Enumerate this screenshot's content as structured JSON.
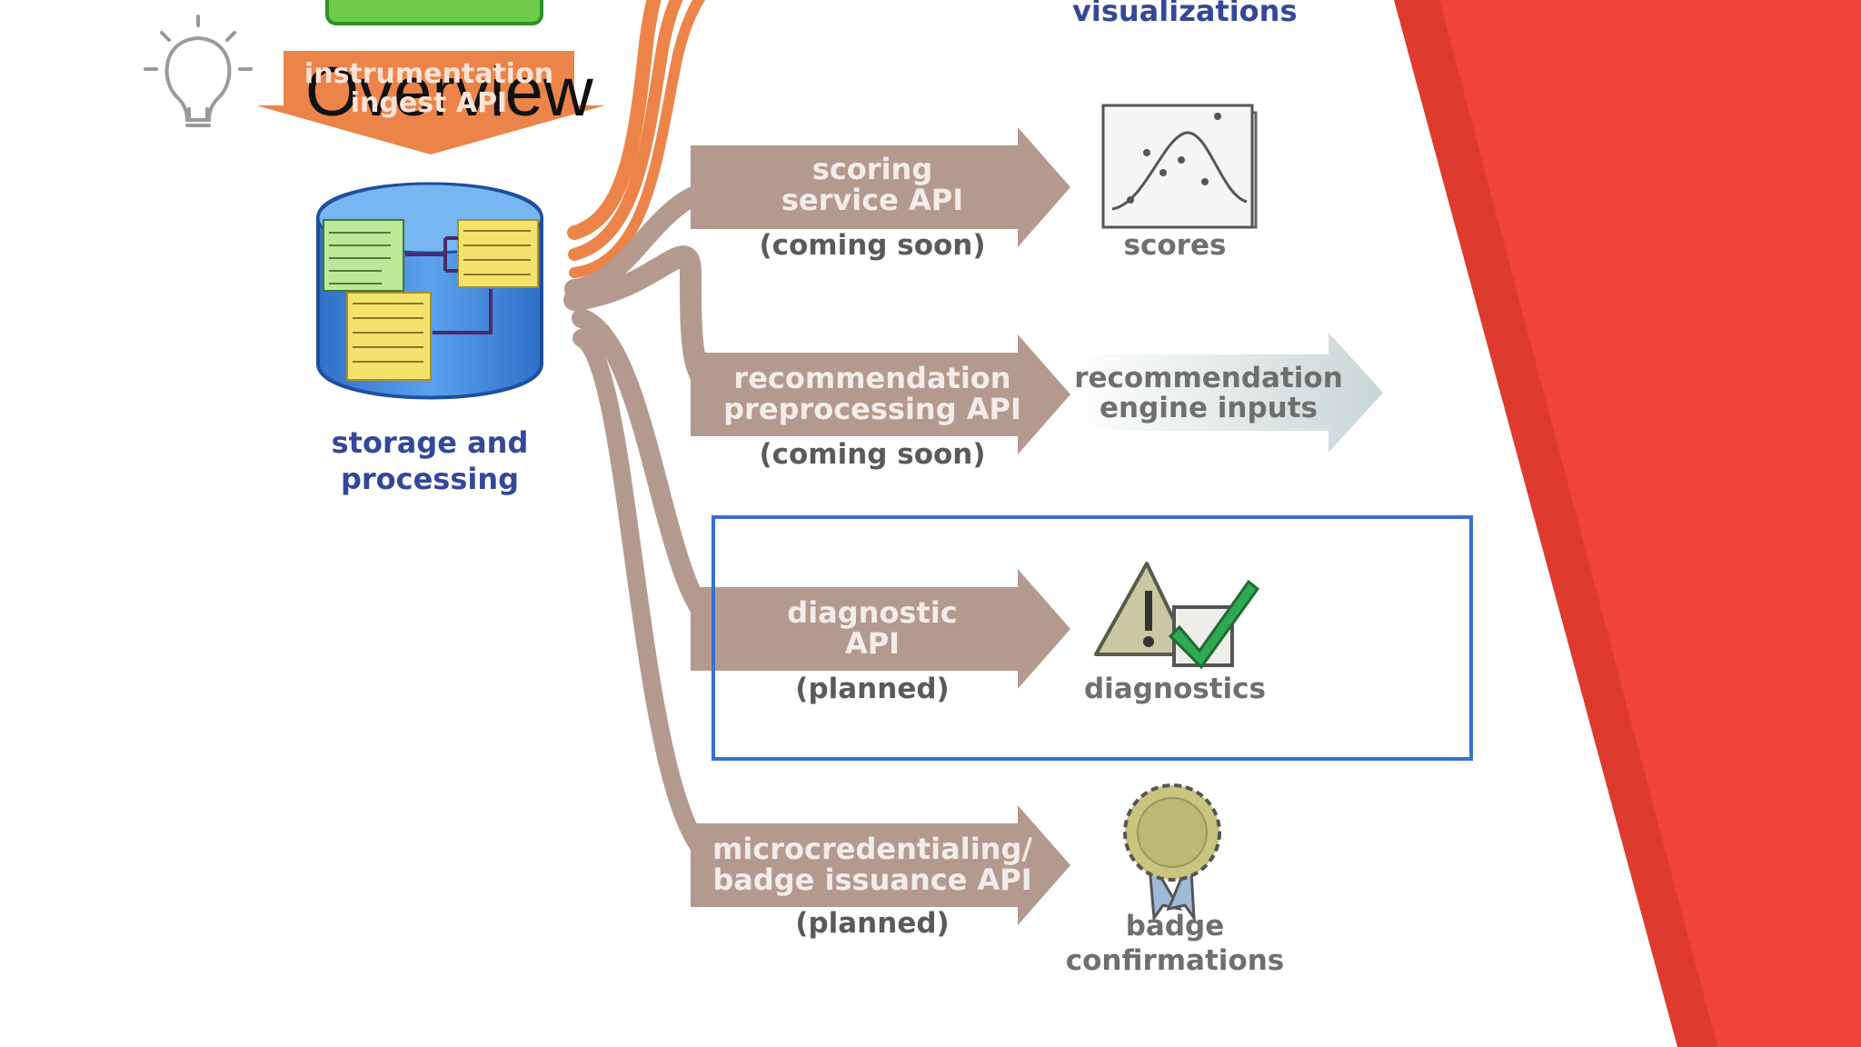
{
  "slide": {
    "title": "Overview",
    "title_icon": "lightbulb-icon"
  },
  "diagram": {
    "ingest_api": "instrumentation\ningest API",
    "storage": "storage and\nprocessing",
    "top_output": "visualizations",
    "branches": [
      {
        "api": "scoring\nservice API",
        "status": "(coming soon)",
        "output": "scores",
        "output_icon": "chart-icon"
      },
      {
        "api": "recommendation\npreprocessing API",
        "status": "(coming soon)",
        "output": "recommendation\nengine inputs",
        "output_icon": "arrow-icon"
      },
      {
        "api": "diagnostic\nAPI",
        "status": "(planned)",
        "output": "diagnostics",
        "output_icon": "warning-check-icon"
      },
      {
        "api": "microcredentialing/\nbadge issuance API",
        "status": "(planned)",
        "output": "badge\nconfirmations",
        "output_icon": "badge-icon"
      }
    ]
  },
  "colors": {
    "accent_red": "#ef4436",
    "accent_red_dark": "#de3a2e",
    "flow_brown": "#b49a8e",
    "flow_orange": "#ec8449",
    "highlight_blue": "#3a6fd1",
    "storage_blue": "#3d82dc"
  }
}
